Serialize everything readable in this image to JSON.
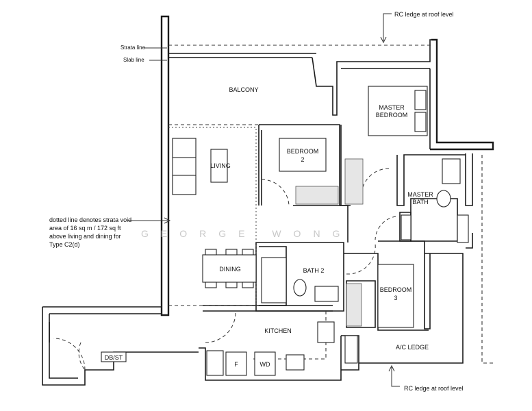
{
  "annotations": {
    "rc_ledge_top": "RC ledge at roof level",
    "rc_ledge_bottom": "RC ledge at roof level",
    "strata_line": "Strata line",
    "slab_line": "Slab line",
    "void_note": [
      "dotted line denotes strata void",
      "area of 16 sq m / 172 sq ft",
      "above living and dining for",
      "Type C2(d)"
    ]
  },
  "rooms": {
    "balcony": "BALCONY",
    "living": "LIVING",
    "dining": "DINING",
    "kitchen": "KITCHEN",
    "bedroom2": [
      "BEDROOM",
      "2"
    ],
    "master_bedroom": [
      "MASTER",
      "BEDROOM"
    ],
    "master_bath": [
      "MASTER",
      "BATH"
    ],
    "bath2": "BATH 2",
    "bedroom3": [
      "BEDROOM",
      "3"
    ],
    "ac_ledge": "A/C LEDGE",
    "db_st": "DB/ST"
  },
  "fixtures": {
    "fridge": "F",
    "washer_dryer": "WD"
  },
  "watermark": "GEORGE WONG"
}
